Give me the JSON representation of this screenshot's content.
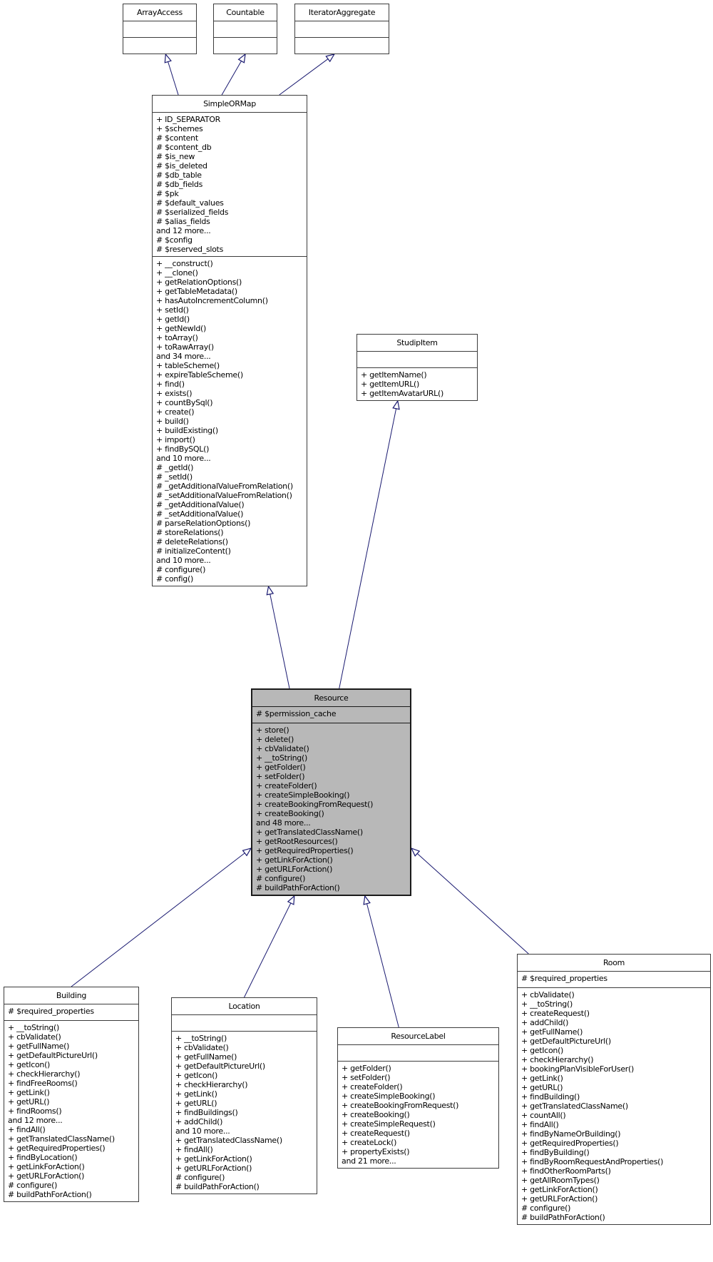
{
  "diagram": {
    "type": "uml-class-inheritance",
    "colors": {
      "edge": "#191970",
      "box_fill": "#ffffff",
      "highlight_fill": "#b8b8b8",
      "border": "#3c3c3c",
      "text": "#000000"
    },
    "classes": [
      {
        "name": "ArrayAccess",
        "highlighted": false,
        "attributes": [],
        "methods": []
      },
      {
        "name": "Countable",
        "highlighted": false,
        "attributes": [],
        "methods": []
      },
      {
        "name": "IteratorAggregate",
        "highlighted": false,
        "attributes": [],
        "methods": []
      },
      {
        "name": "SimpleORMap",
        "highlighted": false,
        "attributes": [
          "+ ID_SEPARATOR",
          "+ $schemes",
          "# $content",
          "# $content_db",
          "# $is_new",
          "# $is_deleted",
          "# $db_table",
          "# $db_fields",
          "# $pk",
          "# $default_values",
          "# $serialized_fields",
          "# $alias_fields",
          "and 12 more...",
          "# $config",
          "# $reserved_slots"
        ],
        "methods": [
          "+ __construct()",
          "+ __clone()",
          "+ getRelationOptions()",
          "+ getTableMetadata()",
          "+ hasAutoIncrementColumn()",
          "+ setId()",
          "+ getId()",
          "+ getNewId()",
          "+ toArray()",
          "+ toRawArray()",
          "and 34 more...",
          "+ tableScheme()",
          "+ expireTableScheme()",
          "+ find()",
          "+ exists()",
          "+ countBySql()",
          "+ create()",
          "+ build()",
          "+ buildExisting()",
          "+ import()",
          "+ findBySQL()",
          "and 10 more...",
          "# _getId()",
          "# _setId()",
          "# _getAdditionalValueFromRelation()",
          "# _setAdditionalValueFromRelation()",
          "# _getAdditionalValue()",
          "# _setAdditionalValue()",
          "# parseRelationOptions()",
          "# storeRelations()",
          "# deleteRelations()",
          "# initializeContent()",
          "and 10 more...",
          "# configure()",
          "# config()"
        ]
      },
      {
        "name": "StudipItem",
        "highlighted": false,
        "attributes": [],
        "methods": [
          "+ getItemName()",
          "+ getItemURL()",
          "+ getItemAvatarURL()"
        ]
      },
      {
        "name": "Resource",
        "highlighted": true,
        "attributes": [
          "# $permission_cache"
        ],
        "methods": [
          "+ store()",
          "+ delete()",
          "+ cbValidate()",
          "+ __toString()",
          "+ getFolder()",
          "+ setFolder()",
          "+ createFolder()",
          "+ createSimpleBooking()",
          "+ createBookingFromRequest()",
          "+ createBooking()",
          "and 48 more...",
          "+ getTranslatedClassName()",
          "+ getRootResources()",
          "+ getRequiredProperties()",
          "+ getLinkForAction()",
          "+ getURLForAction()",
          "# configure()",
          "# buildPathForAction()"
        ]
      },
      {
        "name": "Building",
        "highlighted": false,
        "attributes": [
          "# $required_properties"
        ],
        "methods": [
          "+ __toString()",
          "+ cbValidate()",
          "+ getFullName()",
          "+ getDefaultPictureUrl()",
          "+ getIcon()",
          "+ checkHierarchy()",
          "+ findFreeRooms()",
          "+ getLink()",
          "+ getURL()",
          "+ findRooms()",
          "and 12 more...",
          "+ findAll()",
          "+ getTranslatedClassName()",
          "+ getRequiredProperties()",
          "+ findByLocation()",
          "+ getLinkForAction()",
          "+ getURLForAction()",
          "# configure()",
          "# buildPathForAction()"
        ]
      },
      {
        "name": "Location",
        "highlighted": false,
        "attributes": [],
        "methods": [
          "+ __toString()",
          "+ cbValidate()",
          "+ getFullName()",
          "+ getDefaultPictureUrl()",
          "+ getIcon()",
          "+ checkHierarchy()",
          "+ getLink()",
          "+ getURL()",
          "+ findBuildings()",
          "+ addChild()",
          "and 10 more...",
          "+ getTranslatedClassName()",
          "+ findAll()",
          "+ getLinkForAction()",
          "+ getURLForAction()",
          "# configure()",
          "# buildPathForAction()"
        ]
      },
      {
        "name": "ResourceLabel",
        "highlighted": false,
        "attributes": [],
        "methods": [
          "+ getFolder()",
          "+ setFolder()",
          "+ createFolder()",
          "+ createSimpleBooking()",
          "+ createBookingFromRequest()",
          "+ createBooking()",
          "+ createSimpleRequest()",
          "+ createRequest()",
          "+ createLock()",
          "+ propertyExists()",
          "and 21 more..."
        ]
      },
      {
        "name": "Room",
        "highlighted": false,
        "attributes": [
          "# $required_properties"
        ],
        "methods": [
          "+ cbValidate()",
          "+ __toString()",
          "+ createRequest()",
          "+ addChild()",
          "+ getFullName()",
          "+ getDefaultPictureUrl()",
          "+ getIcon()",
          "+ checkHierarchy()",
          "+ bookingPlanVisibleForUser()",
          "+ getLink()",
          "+ getURL()",
          "+ findBuilding()",
          "+ getTranslatedClassName()",
          "+ countAll()",
          "+ findAll()",
          "+ findByNameOrBuilding()",
          "+ getRequiredProperties()",
          "+ findByBuilding()",
          "+ findByRoomRequestAndProperties()",
          "+ findOtherRoomParts()",
          "+ getAllRoomTypes()",
          "+ getLinkForAction()",
          "+ getURLForAction()",
          "# configure()",
          "# buildPathForAction()"
        ]
      }
    ],
    "edges": [
      {
        "from": "SimpleORMap",
        "to": "ArrayAccess",
        "type": "inheritance"
      },
      {
        "from": "SimpleORMap",
        "to": "Countable",
        "type": "inheritance"
      },
      {
        "from": "SimpleORMap",
        "to": "IteratorAggregate",
        "type": "inheritance"
      },
      {
        "from": "Resource",
        "to": "SimpleORMap",
        "type": "inheritance"
      },
      {
        "from": "Resource",
        "to": "StudipItem",
        "type": "inheritance"
      },
      {
        "from": "Building",
        "to": "Resource",
        "type": "inheritance"
      },
      {
        "from": "Location",
        "to": "Resource",
        "type": "inheritance"
      },
      {
        "from": "ResourceLabel",
        "to": "Resource",
        "type": "inheritance"
      },
      {
        "from": "Room",
        "to": "Resource",
        "type": "inheritance"
      }
    ]
  }
}
